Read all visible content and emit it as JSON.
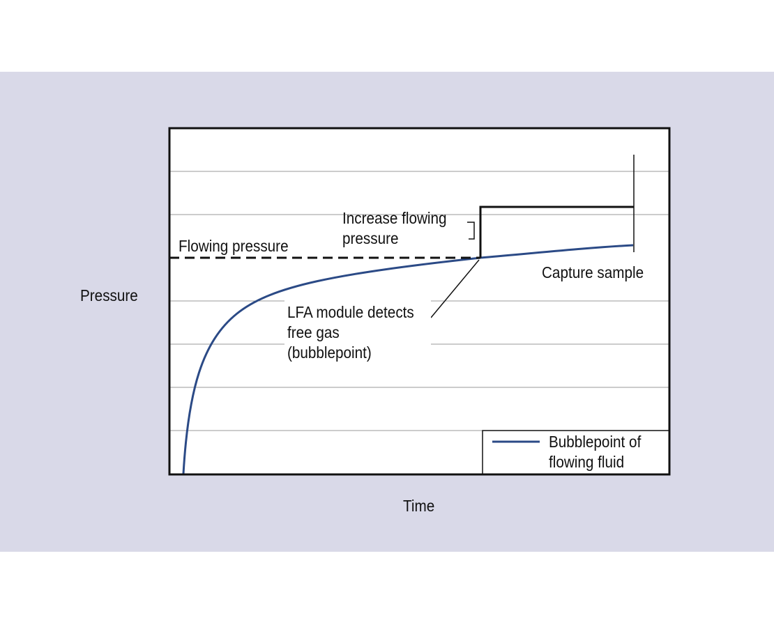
{
  "chart_data": {
    "type": "line",
    "xlabel": "Time",
    "ylabel": "Pressure",
    "grid": true,
    "legend_position": "bottom-right",
    "colors": {
      "background_panel": "#d9d9e8",
      "plot_area": "#ffffff",
      "bubblepoint_line": "#2b4a86",
      "flowing_pressure_line": "#111111",
      "gridline": "#9a9a9a"
    },
    "series": [
      {
        "name": "Bubblepoint of flowing fluid",
        "line": "solid",
        "x": [
          0.03,
          0.04,
          0.06,
          0.09,
          0.13,
          0.18,
          0.25,
          0.35,
          0.5,
          0.62,
          0.75,
          0.87,
          0.93
        ],
        "y": [
          0.0,
          1.8,
          3.3,
          4.3,
          5.0,
          5.5,
          5.85,
          6.1,
          6.35,
          6.5,
          6.65,
          6.78,
          6.85
        ]
      },
      {
        "line": "dashed-then-solid",
        "x": [
          0.0,
          0.62,
          0.62,
          0.93,
          0.93
        ],
        "y": [
          6.5,
          6.5,
          7.2,
          7.2,
          7.2
        ]
      }
    ],
    "annotations": {
      "flowing_pressure": "Flowing pressure",
      "increase_line1": "Increase flowing",
      "increase_line2": "pressure",
      "lfa_line1": "LFA module detects",
      "lfa_line2": "free gas",
      "lfa_line3": "(bubblepoint)",
      "capture": "Capture sample"
    },
    "legend": {
      "line1": "Bubblepoint of",
      "line2": "flowing fluid"
    }
  }
}
